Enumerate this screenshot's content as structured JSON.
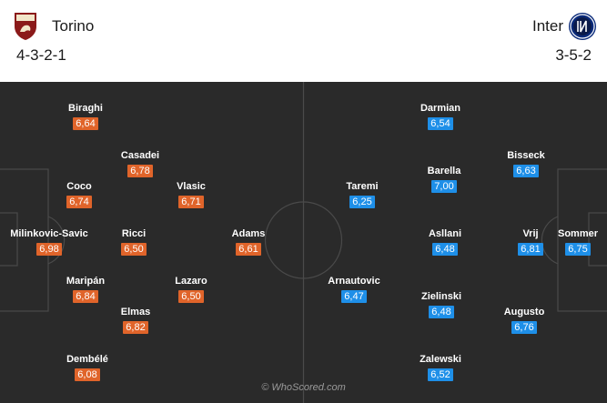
{
  "home": {
    "name": "Torino",
    "formation": "4-3-2-1",
    "color": "#e0642a",
    "players": [
      {
        "name": "Biraghi",
        "rating": "6,64"
      },
      {
        "name": "Casadei",
        "rating": "6,78"
      },
      {
        "name": "Coco",
        "rating": "6,74"
      },
      {
        "name": "Vlasic",
        "rating": "6,71"
      },
      {
        "name": "Milinkovic-Savic",
        "rating": "6,98"
      },
      {
        "name": "Ricci",
        "rating": "6,50"
      },
      {
        "name": "Adams",
        "rating": "6,61"
      },
      {
        "name": "Maripán",
        "rating": "6,84"
      },
      {
        "name": "Lazaro",
        "rating": "6,50"
      },
      {
        "name": "Elmas",
        "rating": "6,82"
      },
      {
        "name": "Dembélé",
        "rating": "6,08"
      }
    ]
  },
  "away": {
    "name": "Inter",
    "formation": "3-5-2",
    "color": "#1e8fe8",
    "players": [
      {
        "name": "Darmian",
        "rating": "6,54"
      },
      {
        "name": "Bisseck",
        "rating": "6,63"
      },
      {
        "name": "Barella",
        "rating": "7,00"
      },
      {
        "name": "Taremi",
        "rating": "6,25"
      },
      {
        "name": "Asllani",
        "rating": "6,48"
      },
      {
        "name": "Vrij",
        "rating": "6,81"
      },
      {
        "name": "Sommer",
        "rating": "6,75"
      },
      {
        "name": "Arnautovic",
        "rating": "6,47"
      },
      {
        "name": "Zielinski",
        "rating": "6,48"
      },
      {
        "name": "Augusto",
        "rating": "6,76"
      },
      {
        "name": "Zalewski",
        "rating": "6,52"
      }
    ]
  },
  "watermark": "© WhoScored.com"
}
